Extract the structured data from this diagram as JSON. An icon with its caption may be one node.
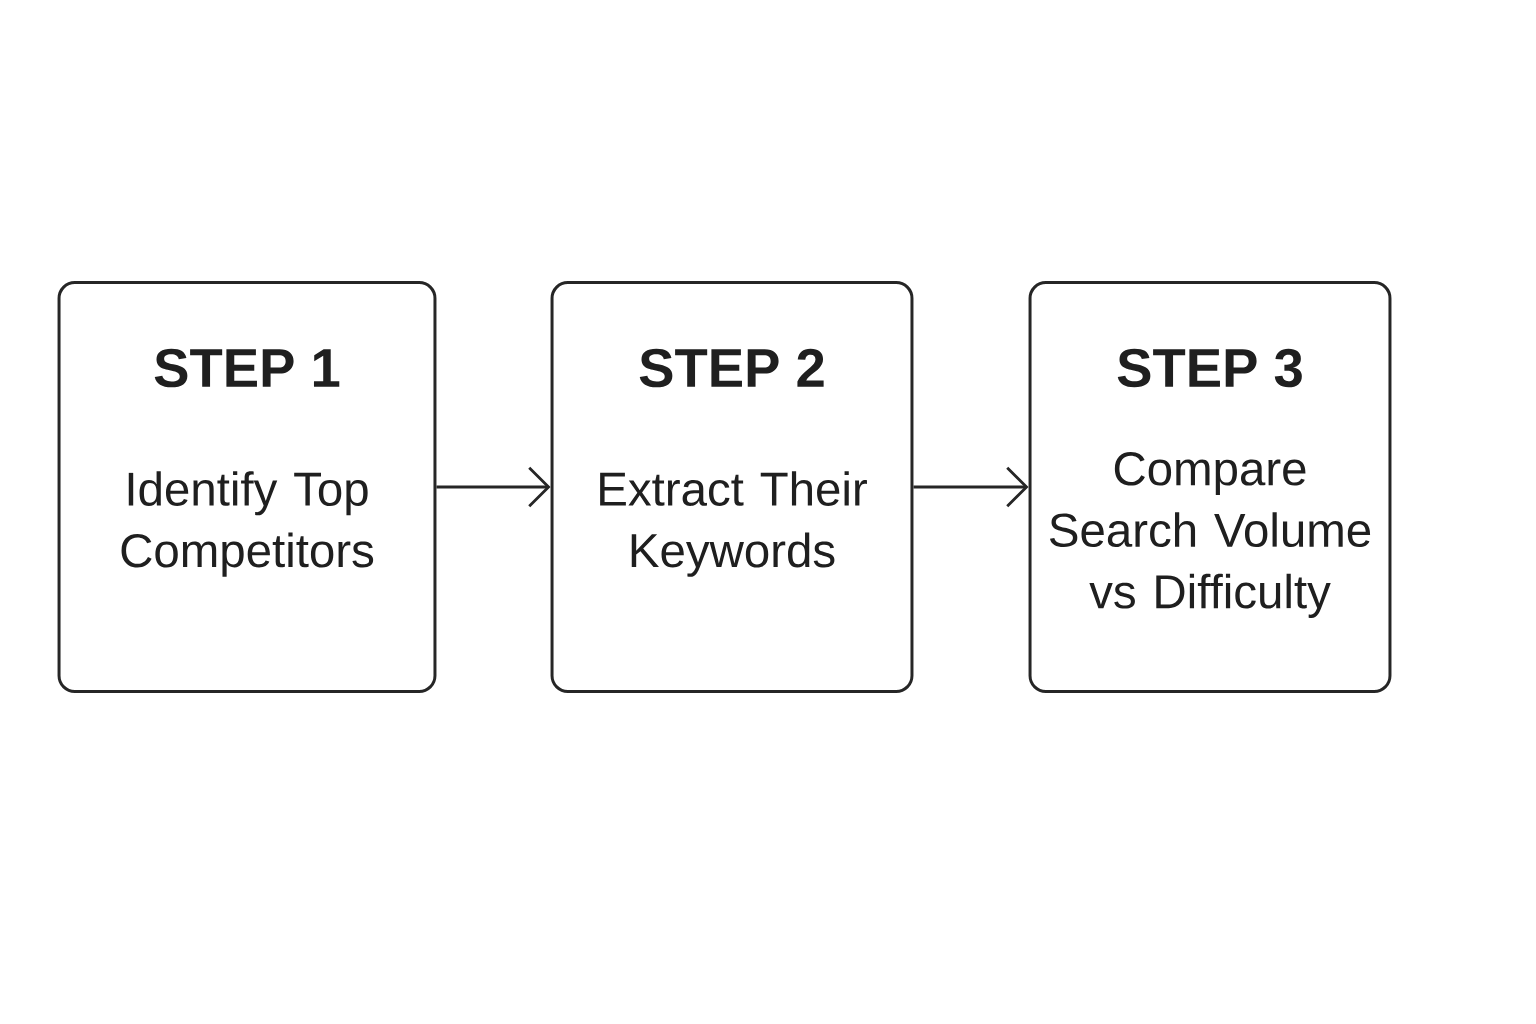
{
  "diagram": {
    "nodes": [
      {
        "text": [
          "STEP 1",
          "Identify Top Competitors"
        ]
      },
      {
        "text": [
          "STEP 2",
          "Extract Their Keywords"
        ]
      },
      {
        "text": [
          "STEP 3",
          "Compare Search Volume vs Difficulty"
        ]
      }
    ],
    "edges": [
      {
        "from": 0,
        "to": 1,
        "arrow": "to"
      },
      {
        "from": 1,
        "to": 2,
        "arrow": "to"
      }
    ]
  }
}
